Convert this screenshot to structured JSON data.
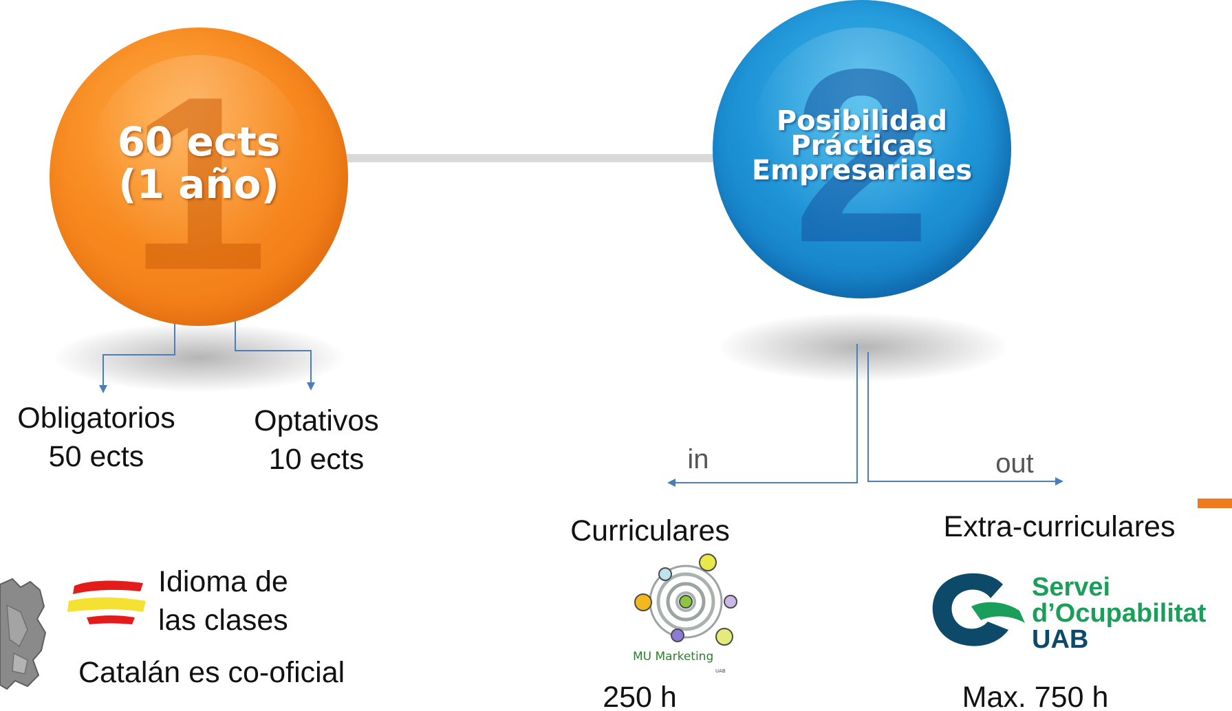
{
  "diagram": {
    "step1": {
      "number": "1",
      "title_line1": "60 ects",
      "title_line2": "(1 año)",
      "color": "#f7891f",
      "branches": {
        "left": {
          "line1": "Obligatorios",
          "line2": "50 ects"
        },
        "right": {
          "line1": "Optativos",
          "line2": "10 ects"
        }
      }
    },
    "step2": {
      "number": "2",
      "title_line1": "Posibilidad",
      "title_line2": "Prácticas",
      "title_line3": "Empresariales",
      "color": "#1e93d6",
      "branches": {
        "in": {
          "arrow_label": "in",
          "label": "Curriculares",
          "logo_text": "MU Marketing",
          "logo_subtext": "UAB",
          "hours": "250 h"
        },
        "out": {
          "arrow_label": "out",
          "label": "Extra-curriculares",
          "logo_line1": "Servei",
          "logo_line2": "d’Ocupabilitat",
          "logo_line3": "UAB",
          "hours": "Max. 750 h"
        }
      }
    },
    "language": {
      "line1": "Idioma de",
      "line2": "las clases",
      "note": "Catalán es co-oficial"
    },
    "colors": {
      "connector": "#d9d9d9",
      "arrow": "#4a7ebb",
      "accent_bar": "#ee7a1e"
    },
    "icons": [
      "europe-map-icon",
      "spain-flag-icon",
      "mu-marketing-logo",
      "servei-ocupabilitat-logo"
    ]
  }
}
